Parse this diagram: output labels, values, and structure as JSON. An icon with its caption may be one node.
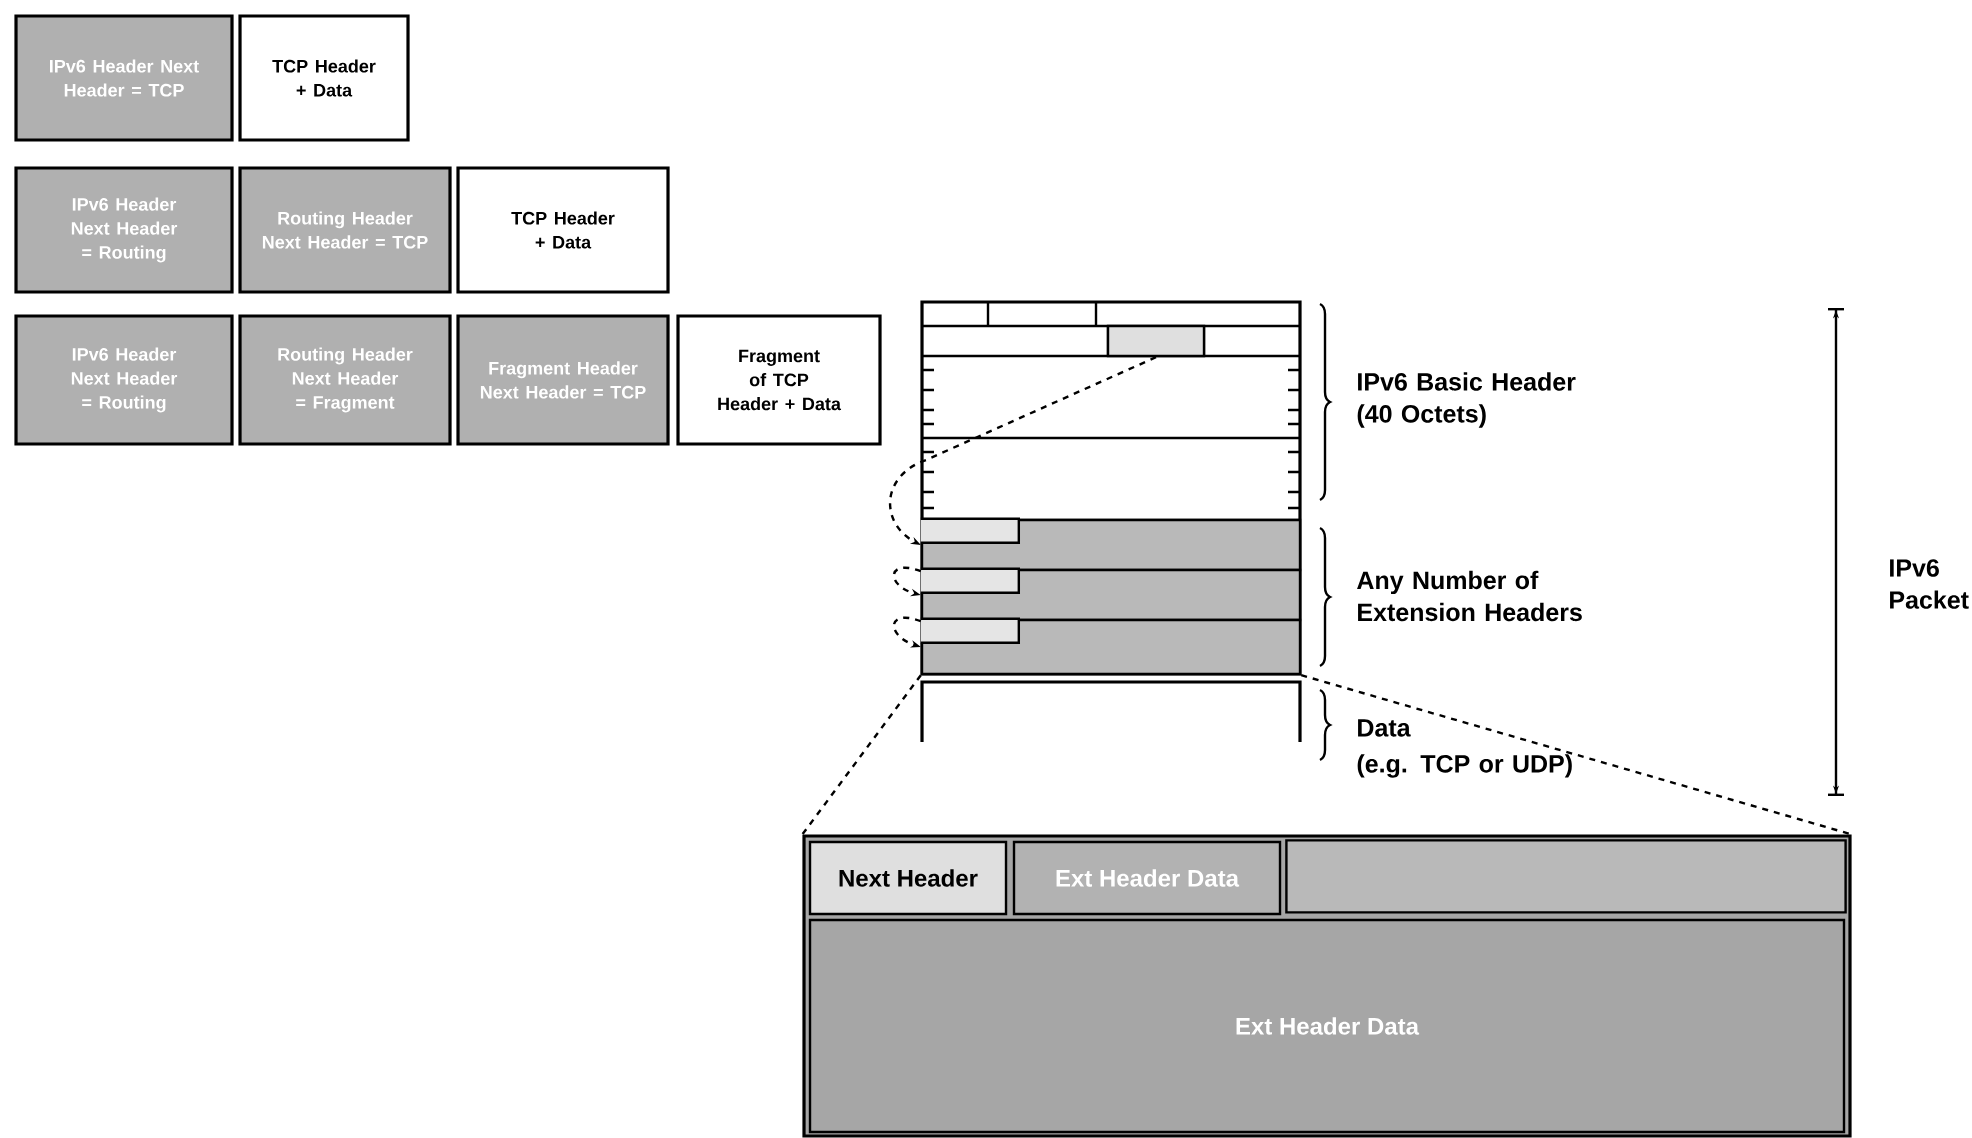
{
  "diagram": {
    "nodes": [
      {
        "text": [
          "IPv6 Header Next Header = TCP"
        ]
      },
      {
        "text": [
          "TCP Header + Data"
        ]
      },
      {
        "text": [
          "IPv6 Header Next Header = Routing"
        ]
      },
      {
        "text": [
          "Routing Header Next Header = TCP"
        ]
      },
      {
        "text": [
          "TCP Header + Data"
        ]
      },
      {
        "text": [
          "IPv6 Header Next Header = Routing"
        ]
      },
      {
        "text": [
          "Routing Header Next Header = Fragment"
        ]
      },
      {
        "text": [
          "Fragment Header Next Header = TCP"
        ]
      },
      {
        "text": [
          "Fragment of TCP Header + Data"
        ]
      },
      {
        "text": [],
        "shape": "box"
      },
      {
        "text": [],
        "shape": "box"
      },
      {
        "text": [],
        "shape": "box"
      },
      {
        "text": [],
        "shape": "box"
      },
      {
        "text": [],
        "shape": "box"
      },
      {
        "text": [
          "Next Header"
        ],
        "in": 13
      },
      {
        "text": [
          "Ext Header Data"
        ],
        "in": 13
      },
      {
        "text": [
          "Ext Header Data"
        ],
        "in": 13
      }
    ],
    "edges": [
      {
        "from": 9,
        "to": 10,
        "arrow": "to",
        "style": "dashed"
      },
      {
        "from": 10,
        "to": 11,
        "arrow": "to",
        "style": "dashed"
      },
      {
        "from": 11,
        "to": 12,
        "arrow": "to",
        "style": "dashed"
      },
      {
        "from": 12,
        "to": 13,
        "arrow": "none",
        "style": "dashed"
      },
      {
        "from": 12,
        "to": 13,
        "arrow": "none",
        "style": "dashed"
      }
    ],
    "labels": [
      "IPv6 Basic Header (40 Octets)",
      "Any Number of Extension Headers",
      "Data",
      "(e.g. TCP or UDP)",
      "IPv6 Packet"
    ]
  }
}
